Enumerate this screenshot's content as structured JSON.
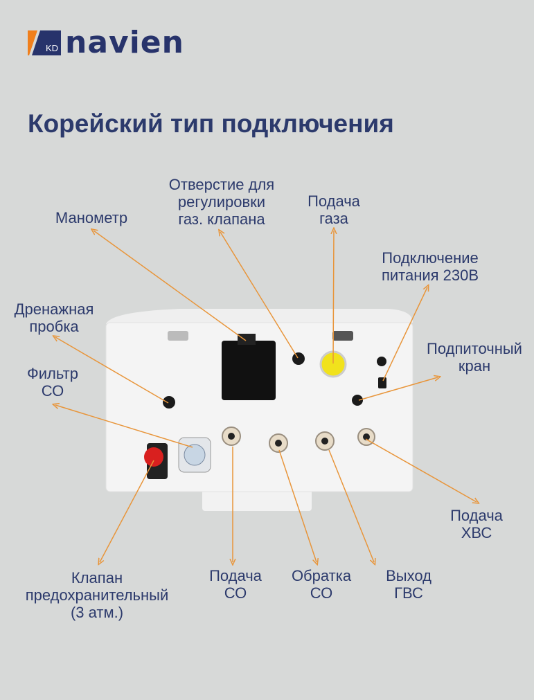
{
  "brand": {
    "name": "NAVIEN",
    "mark": "KD",
    "accent": "#f07f1c",
    "navy": "#27336b"
  },
  "title": "Корейский тип подключения",
  "labels": {
    "manometer": "Манометр",
    "gas_valve_hole": [
      "Отверстие для",
      "регулировки",
      "газ.  клапана"
    ],
    "gas_supply": [
      "Подача",
      "газа"
    ],
    "power": [
      "Подключение",
      "питания 230В"
    ],
    "drain": [
      "Дренажная",
      "пробка"
    ],
    "filter": [
      "Фильтр",
      "СО"
    ],
    "makeup_valve": [
      "Подпиточный",
      "кран"
    ],
    "cold_water": [
      "Подача",
      "ХВС"
    ],
    "safety_valve": [
      "Клапан",
      "предохранительный",
      "(3 атм.)"
    ],
    "heating_supply": [
      "Подача",
      "СО"
    ],
    "heating_return": [
      "Обратка",
      "СО"
    ],
    "dhw_out": [
      "Выход",
      "ГВС"
    ]
  },
  "colors": {
    "line": "#e8953a",
    "text": "#2c3a6c"
  }
}
